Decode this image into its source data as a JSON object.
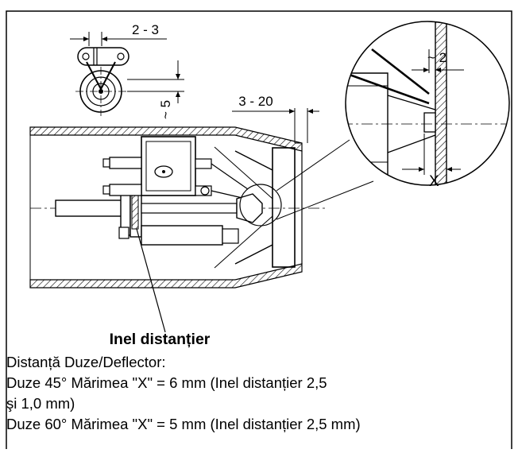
{
  "diagram": {
    "dim_nozzle_gap": "2 - 3",
    "dim_offset": "~ 5",
    "dim_depth": "3 - 20",
    "dim_detail_gap": "~ 2",
    "dim_x": "X"
  },
  "caption": {
    "title": "Inel distanțier",
    "line1": "Distanță Duze/Deflector:",
    "line2": "Duze 45° Mărimea \"X\" = 6 mm (Inel distanțier 2,5",
    "line3": "şi 1,0 mm)",
    "line4": "Duze 60° Mărimea \"X\" = 5 mm (Inel distanțier 2,5 mm)"
  }
}
